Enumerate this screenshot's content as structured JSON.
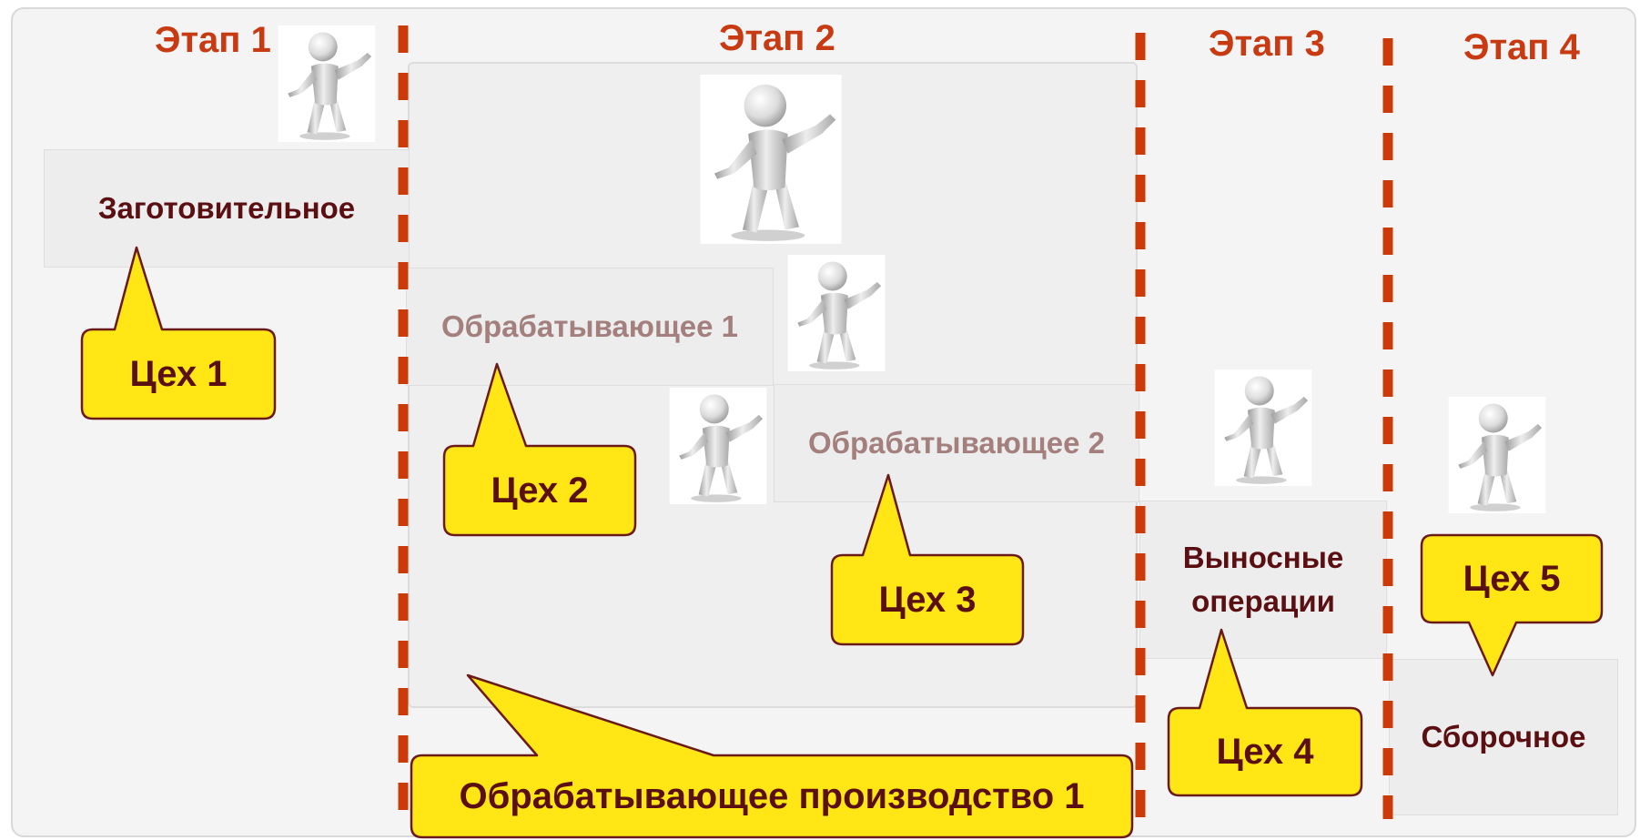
{
  "stages": {
    "stage1": "Этап 1",
    "stage2": "Этап 2",
    "stage3": "Этап 3",
    "stage4": "Этап 4"
  },
  "boxes": {
    "zagotovitelnoe": "Заготовительное",
    "obrabatyvayushchee1": "Обрабатывающее 1",
    "obrabatyvayushchee2": "Обрабатывающее 2",
    "vynosnye_line1": "Выносные",
    "vynosnye_line2": "операции",
    "sborochnoe": "Сборочное"
  },
  "callouts": {
    "tsekh1": "Цех 1",
    "tsekh2": "Цех 2",
    "tsekh3": "Цех 3",
    "tsekh4": "Цех 4",
    "tsekh5": "Цех 5",
    "production": "Обрабатывающее производство 1"
  },
  "colors": {
    "stage_divider": "#cc3a0a",
    "callout_fill": "#ffe614",
    "callout_border": "#6b1a1a",
    "text_dark": "#5a0f12",
    "text_muted": "#a3807e"
  },
  "icons": [
    "person-figure-icon"
  ]
}
